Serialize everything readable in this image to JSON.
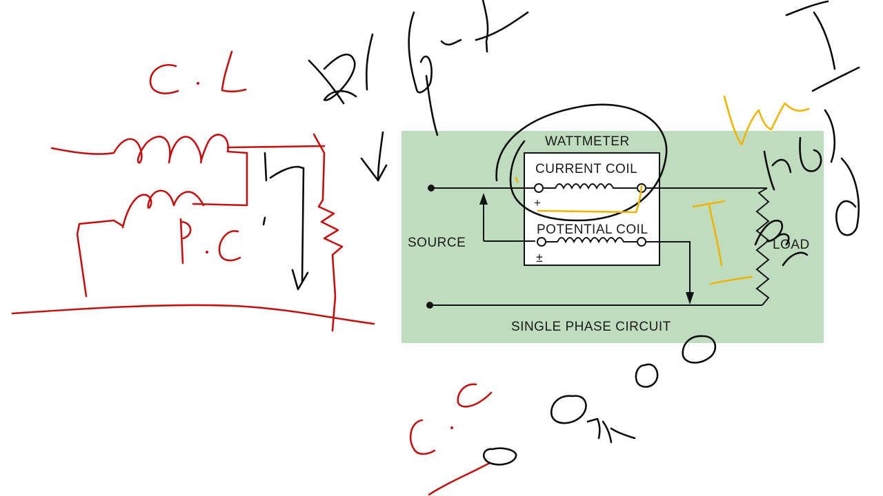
{
  "colors": {
    "panel": "#bfdcbf",
    "red_ink": "#c21010",
    "black_ink": "#0a0a0a",
    "yellow_ink": "#f0b400"
  },
  "diagram": {
    "wattmeter_label": "WATTMETER",
    "current_coil_label": "CURRENT COIL",
    "potential_coil_label": "POTENTIAL COIL",
    "source_label": "SOURCE",
    "load_label": "LOAD",
    "circuit_caption": "SINGLE PHASE CIRCUIT",
    "plus_sign": "+",
    "plus_minus_sign": "±"
  },
  "handwriting": {
    "red_cl": "C.L",
    "red_pc": "P.C",
    "red_bottom_c": "C",
    "red_bottom_cc": "C . C"
  }
}
